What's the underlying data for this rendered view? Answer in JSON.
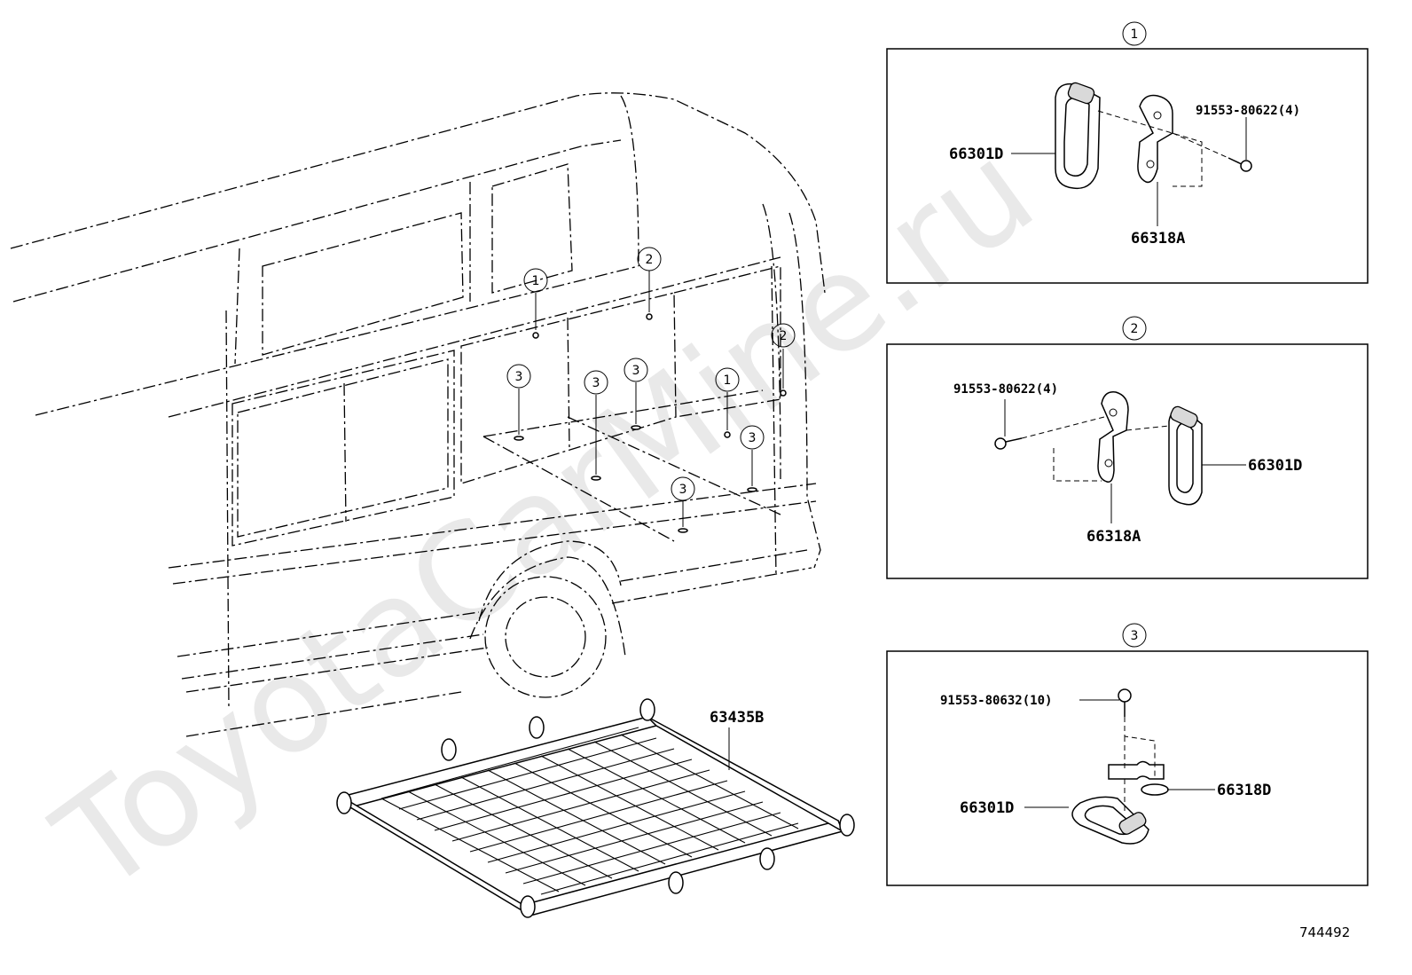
{
  "watermark": "ToyotaCarMine.ru",
  "diagram_id": "744492",
  "callout_numbers": {
    "one": "1",
    "two": "2",
    "three": "3"
  },
  "main_labels": {
    "cargo_net": "63435B"
  },
  "detail_1": {
    "number": "1",
    "hook": "66301D",
    "bracket": "66318A",
    "bolt": "91553-80622(4)"
  },
  "detail_2": {
    "number": "2",
    "hook": "66301D",
    "bracket": "66318A",
    "bolt": "91553-80622(4)"
  },
  "detail_3": {
    "number": "3",
    "hook": "66301D",
    "bracket": "66318D",
    "bolt": "91553-80632(10)"
  }
}
